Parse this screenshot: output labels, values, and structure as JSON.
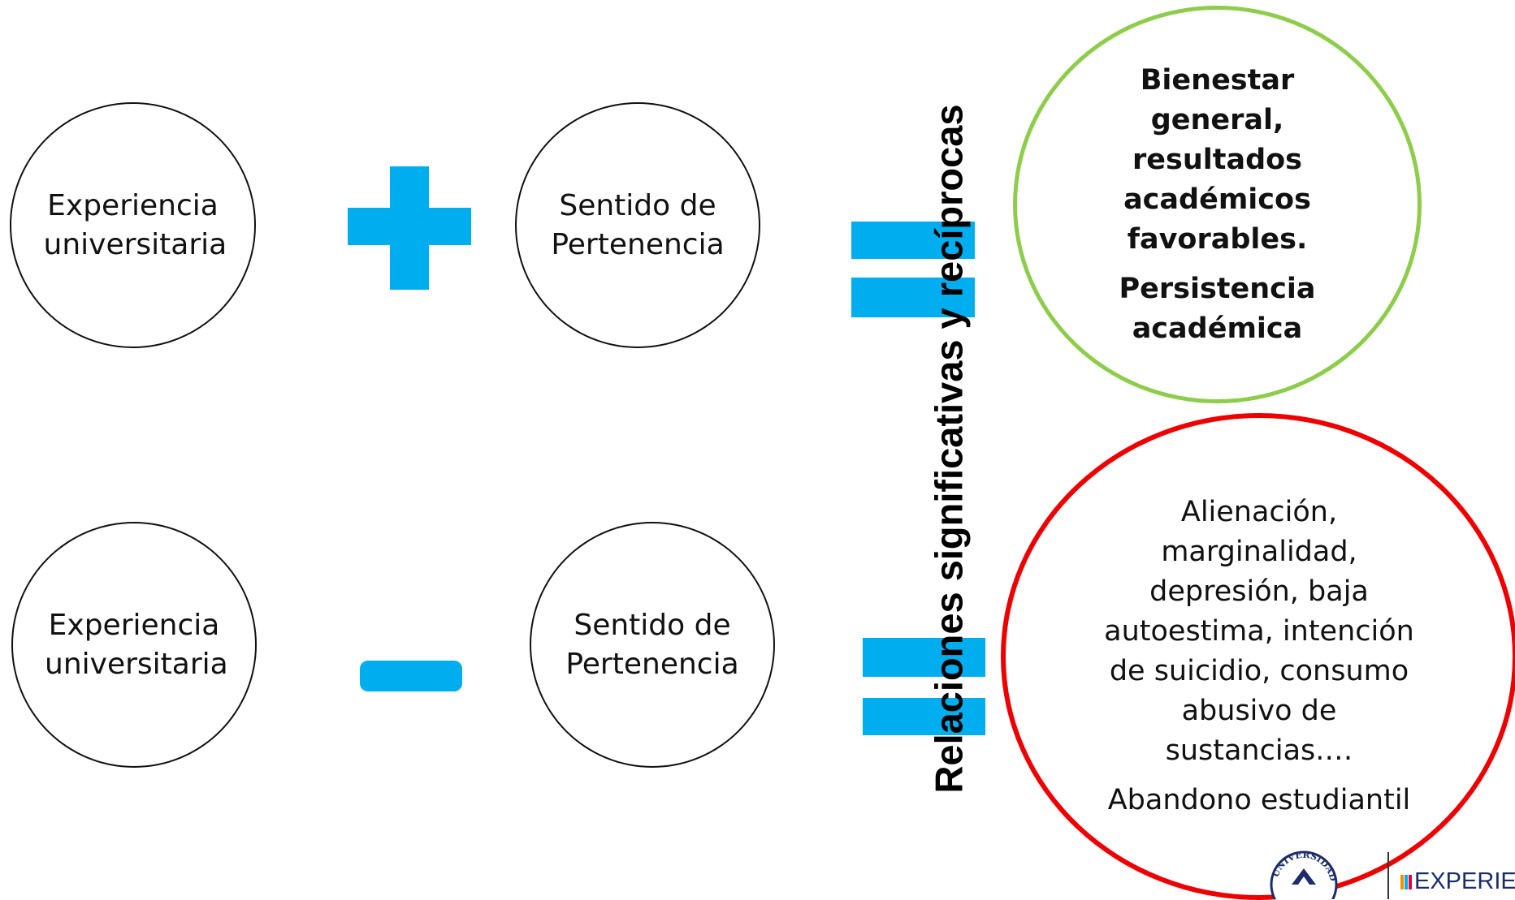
{
  "colors": {
    "operator": "#00aeef",
    "positive_outline": "#8dcd4b",
    "negative_outline": "#ee0000",
    "circle_outline": "#111111"
  },
  "top_row": {
    "experience": "Experiencia universitaria",
    "operator": "plus",
    "belonging": "Sentido de Pertenencia",
    "equals": "equals"
  },
  "bottom_row": {
    "experience": "Experiencia universitaria",
    "operator": "minus",
    "belonging": "Sentido de Pertenencia",
    "equals": "equals"
  },
  "vertical_title": "Relaciones significativas y recíprocas",
  "positive_outcome": {
    "line1": "Bienestar general, resultados académicos favorables.",
    "line2": "Persistencia académica"
  },
  "negative_outcome": {
    "line1": "Alienación, marginalidad, depresión, baja autoestima,  intención de suicidio, consumo abusivo de sustancias.…",
    "line2": "Abandono estudiantil"
  },
  "logo": {
    "seal_text": "UNIVERSIDAD",
    "wordmark": "EXPERIEN"
  }
}
